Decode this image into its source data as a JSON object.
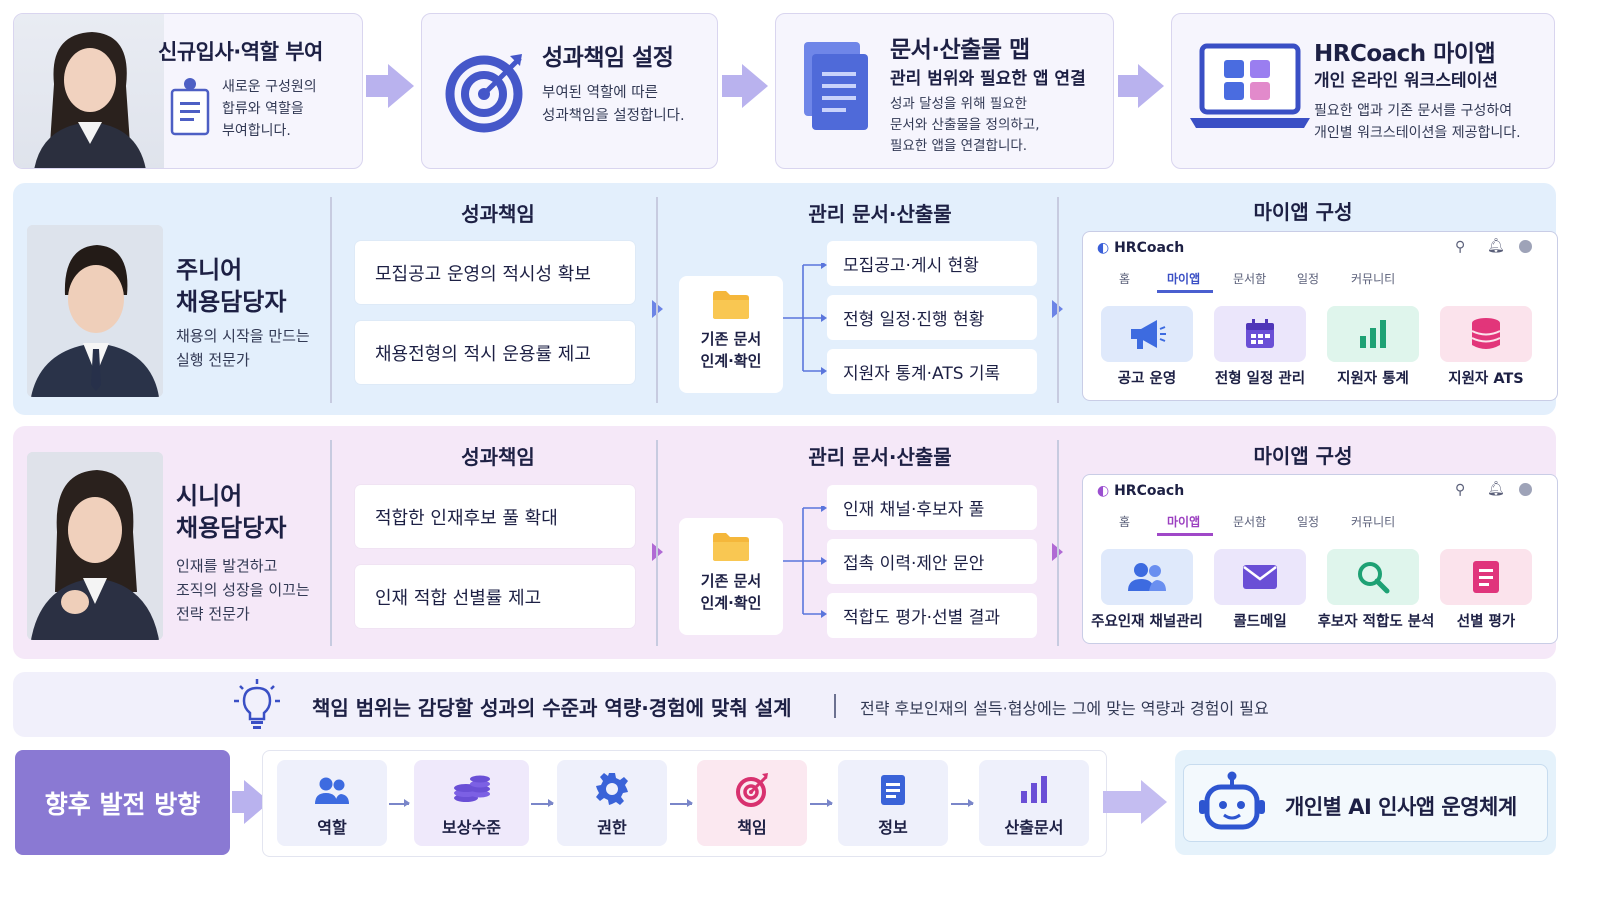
{
  "top_steps": [
    {
      "title": "신규입사·역할 부여",
      "subtitle": "",
      "desc": "새로운 구성원의\n합류와 역할을\n부여합니다."
    },
    {
      "title": "성과책임 설정",
      "subtitle": "",
      "desc": "부여된 역할에 따른\n성과책임을 설정합니다."
    },
    {
      "title": "문서·산출물 맵",
      "subtitle": "관리 범위와 필요한 앱 연결",
      "desc": "성과 달성을 위해 필요한\n문서와 산출물을 정의하고,\n필요한 앱을 연결합니다."
    },
    {
      "title": "HRCoach 마이앱",
      "subtitle": "개인 온라인 워크스테이션",
      "desc": "필요한 앱과 기존 문서를 구성하여\n개인별 워크스테이션을 제공합니다."
    }
  ],
  "column_headers": {
    "responsibility": "성과책임",
    "documents": "관리 문서·산출물",
    "myapp": "마이앱 구성"
  },
  "roles": [
    {
      "name": "주니어\n채용담당자",
      "desc": "채용의 시작을 만드는\n실행 전문가",
      "responsibilities": [
        "모집공고 운영의 적시성 확보",
        "채용전형의 적시 운용률 제고"
      ],
      "folder_label": "기존 문서\n인계·확인",
      "documents": [
        "모집공고·게시 현황",
        "전형 일정·진행 현황",
        "지원자 통계·ATS 기록"
      ],
      "app": {
        "brand": "HRCoach",
        "tabs": [
          "홈",
          "마이앱",
          "문서함",
          "일정",
          "커뮤니티"
        ],
        "active_tab": "마이앱",
        "tiles": [
          {
            "label": "공고 운영",
            "icon": "megaphone-icon"
          },
          {
            "label": "전형 일정 관리",
            "icon": "calendar-icon"
          },
          {
            "label": "지원자 통계",
            "icon": "bar-chart-icon"
          },
          {
            "label": "지원자 ATS",
            "icon": "database-icon"
          }
        ]
      }
    },
    {
      "name": "시니어\n채용담당자",
      "desc": "인재를 발견하고\n조직의 성장을 이끄는\n전략 전문가",
      "responsibilities": [
        "적합한 인재후보 풀 확대",
        "인재 적합 선별률 제고"
      ],
      "folder_label": "기존 문서\n인계·확인",
      "documents": [
        "인재 채널·후보자 풀",
        "접촉 이력·제안 문안",
        "적합도 평가·선별 결과"
      ],
      "app": {
        "brand": "HRCoach",
        "tabs": [
          "홈",
          "마이앱",
          "문서함",
          "일정",
          "커뮤니티"
        ],
        "active_tab": "마이앱",
        "tiles": [
          {
            "label": "주요인재 채널관리",
            "icon": "people-icon"
          },
          {
            "label": "콜드메일",
            "icon": "mail-icon"
          },
          {
            "label": "후보자 적합도 분석",
            "icon": "search-icon"
          },
          {
            "label": "선별 평가",
            "icon": "document-icon"
          }
        ]
      }
    }
  ],
  "insight": {
    "main": "책임 범위는 감당할 성과의 수준과 역량·경험에 맞춰 설계",
    "detail": "전략 후보인재의 설득·협상에는 그에 맞는 역량과 경험이 필요"
  },
  "future": {
    "label": "향후 발전 방향",
    "steps": [
      {
        "label": "역할",
        "icon": "people-icon"
      },
      {
        "label": "보상수준",
        "icon": "coins-icon"
      },
      {
        "label": "권한",
        "icon": "gear-icon"
      },
      {
        "label": "책임",
        "icon": "target-icon"
      },
      {
        "label": "정보",
        "icon": "document-icon"
      },
      {
        "label": "산출문서",
        "icon": "bar-chart-icon"
      }
    ],
    "result": "개인별 AI 인사앱 운영체계"
  },
  "colors": {
    "accent": "#7b6fd6",
    "blue": "#2f5fd8",
    "junior_band": "#e3effc",
    "senior_band": "#f5e8f8"
  }
}
